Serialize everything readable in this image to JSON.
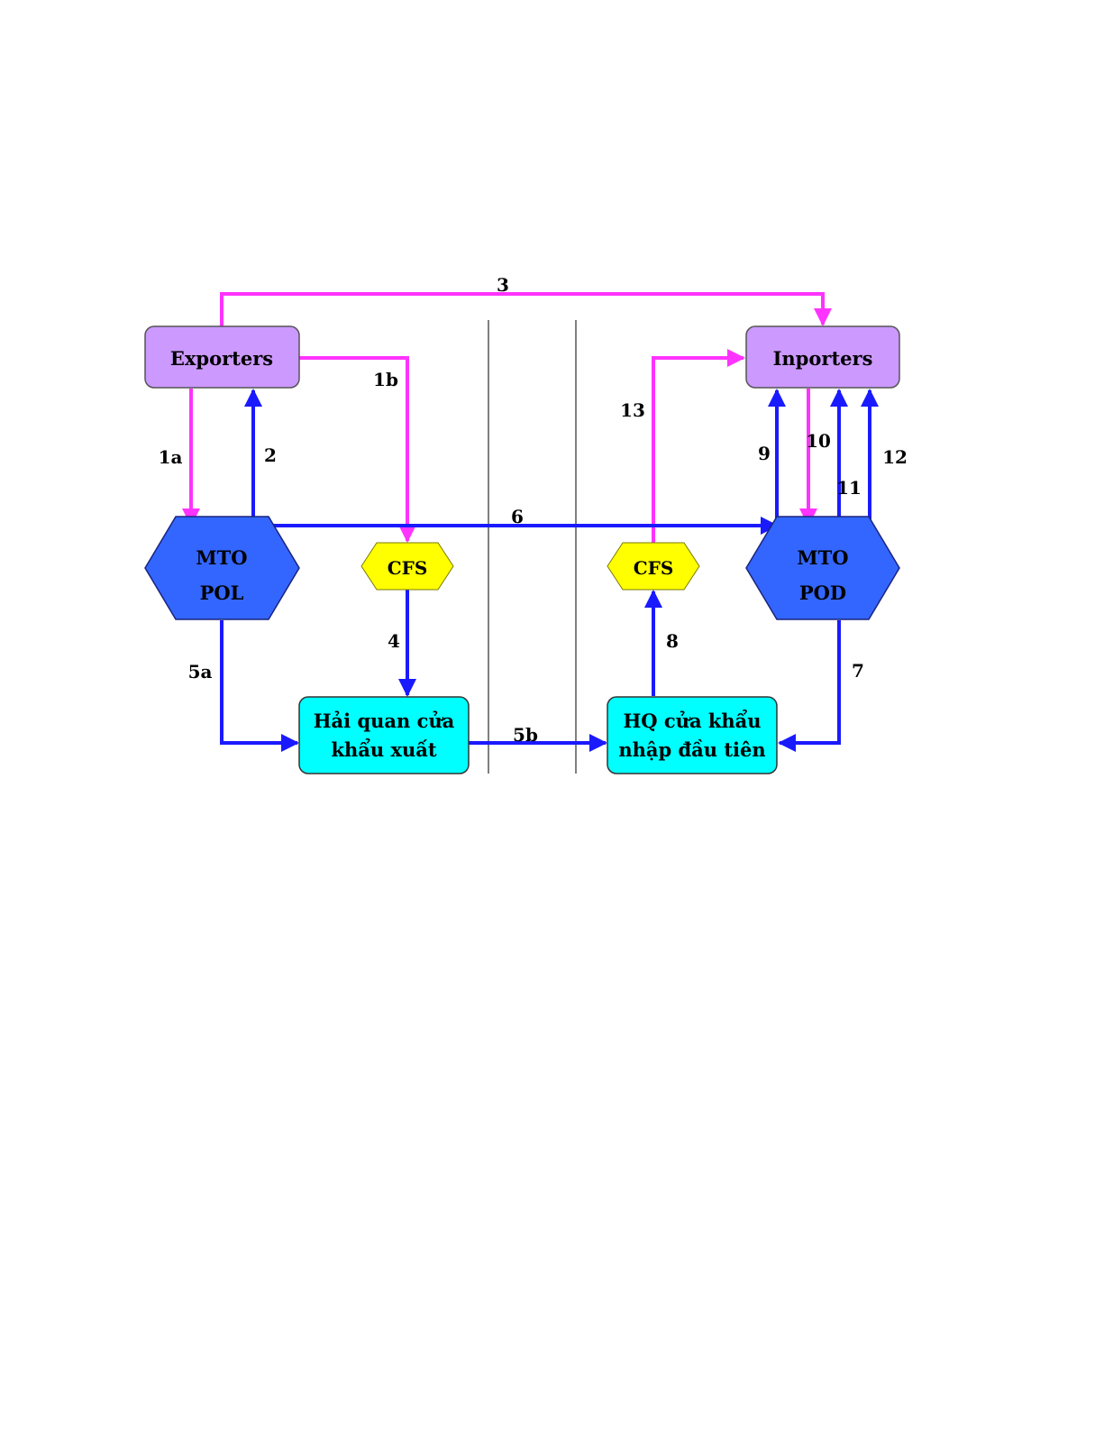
{
  "nodes": {
    "exporters": "Exporters",
    "importers": "Inporters",
    "mto_pol": [
      "MTO",
      "POL"
    ],
    "mto_pod": [
      "MTO",
      "POD"
    ],
    "cfs_export": "CFS",
    "cfs_import": "CFS",
    "customs_export": [
      "Hải quan cửa",
      "khẩu xuất"
    ],
    "customs_import": [
      "HQ cửa khẩu",
      "nhập đầu tiên"
    ]
  },
  "edge_labels": {
    "e1a": "1a",
    "e1b": "1b",
    "e2": "2",
    "e3": "3",
    "e4": "4",
    "e5a": "5a",
    "e5b": "5b",
    "e6": "6",
    "e7": "7",
    "e8": "8",
    "e9": "9",
    "e10": "10",
    "e11": "11",
    "e12": "12",
    "e13": "13"
  },
  "colors": {
    "magenta_flow": "#ff33ff",
    "blue_flow": "#1a1aff",
    "trader_box": "#cc99ff",
    "mto_hex": "#3366ff",
    "cfs_hex": "#ffff00",
    "customs_box": "#00ffff"
  }
}
